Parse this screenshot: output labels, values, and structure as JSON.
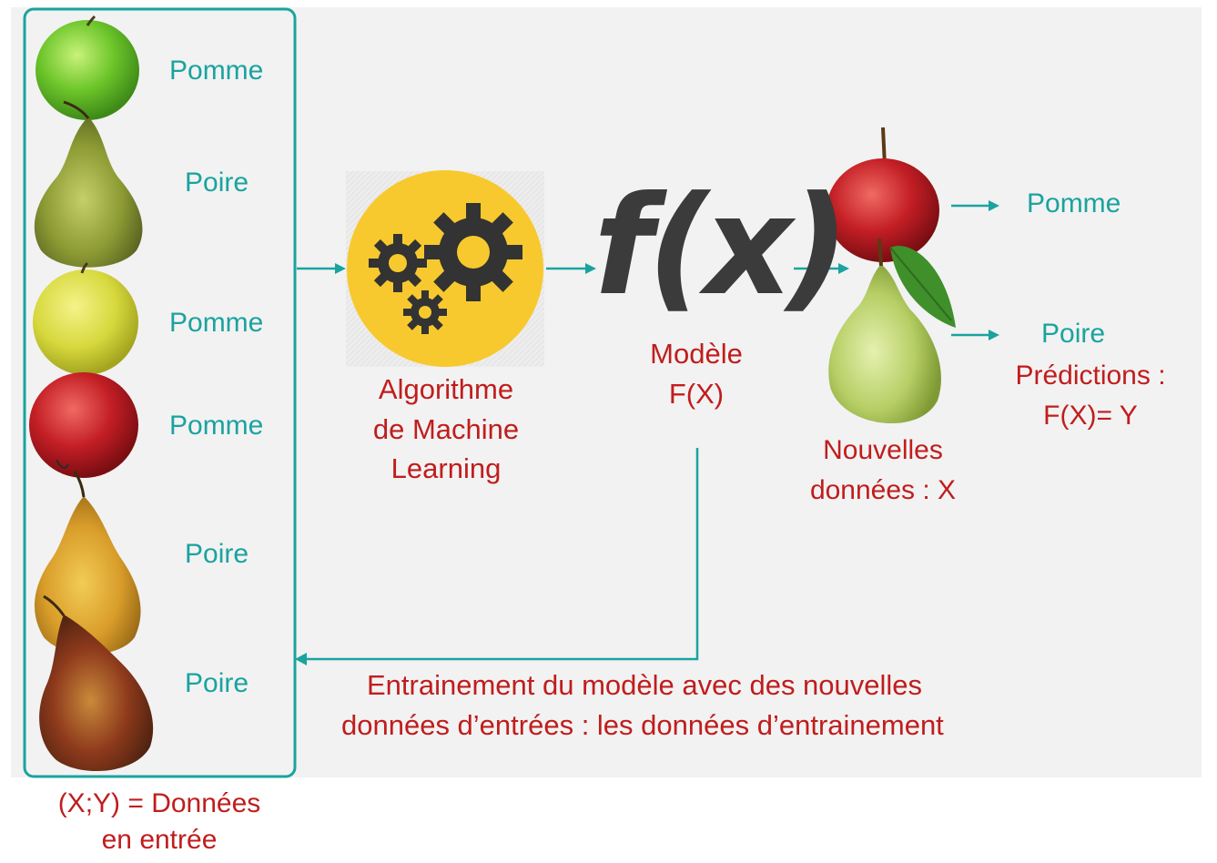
{
  "training_set": {
    "items": [
      {
        "fruit": "green-apple",
        "label": "Pomme"
      },
      {
        "fruit": "green-pear",
        "label": "Poire"
      },
      {
        "fruit": "yellow-apple",
        "label": "Pomme"
      },
      {
        "fruit": "red-apple",
        "label": "Pomme"
      },
      {
        "fruit": "yellow-pear",
        "label": "Poire"
      },
      {
        "fruit": "red-pear",
        "label": "Poire"
      }
    ],
    "caption_line1": "(X;Y) = Données",
    "caption_line2": "en entrée"
  },
  "algorithm": {
    "line1": "Algorithme",
    "line2": "de Machine",
    "line3": "Learning",
    "icon": "gears-icon"
  },
  "model": {
    "symbol": "f(x)",
    "line1": "Modèle",
    "line2": "F(X)"
  },
  "new_data": {
    "line1": "Nouvelles",
    "line2": "données : X",
    "outputs": [
      "Pomme",
      "Poire"
    ]
  },
  "predictions": {
    "line1": "Prédictions :",
    "line2": "F(X)= Y"
  },
  "feedback": {
    "line1": "Entrainement du modèle avec des nouvelles",
    "line2": "données d’entrées : les données d’entrainement"
  },
  "colors": {
    "teal": "#1aa39f",
    "red": "#c01d1d",
    "gear_circle": "#f7c92e",
    "dark": "#3b3b3b"
  }
}
